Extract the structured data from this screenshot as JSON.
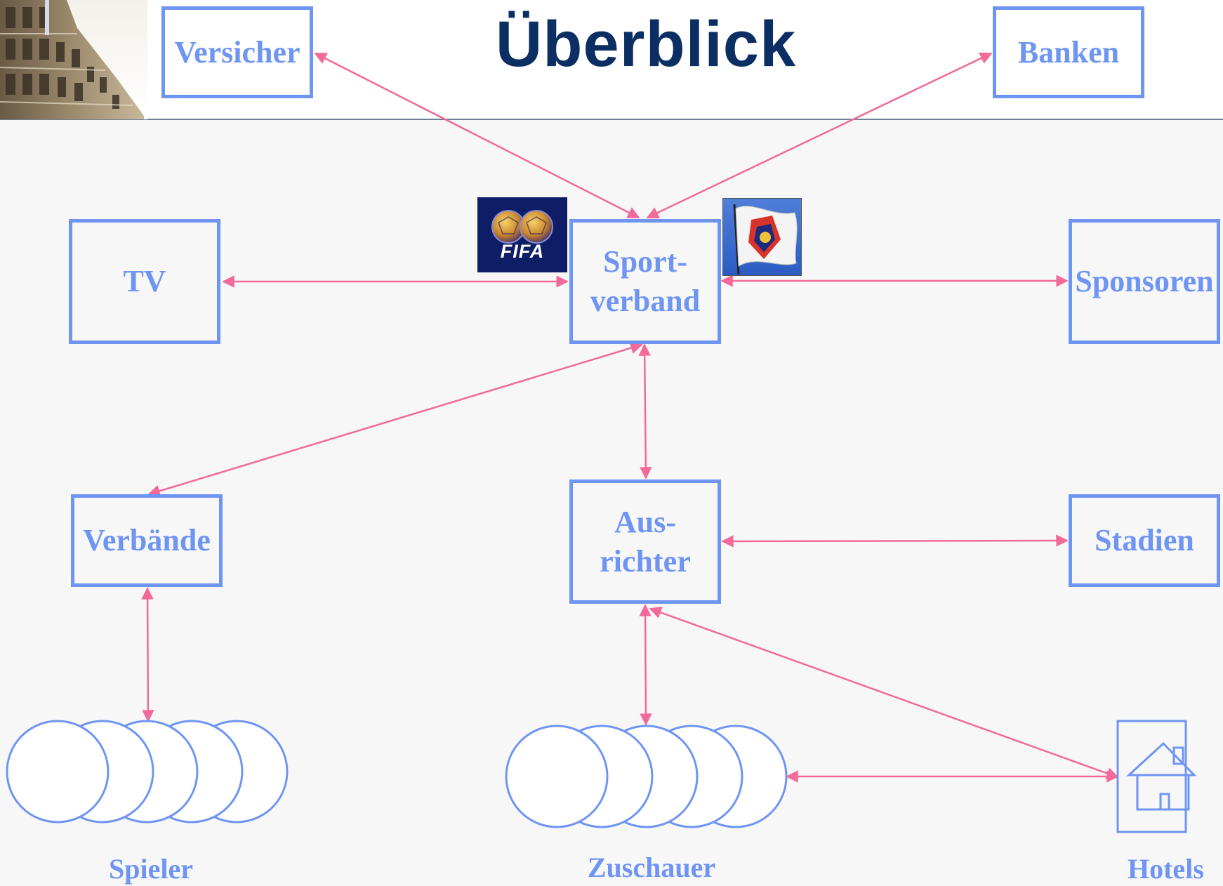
{
  "title": "Überblick",
  "colors": {
    "title": "#0b2f63",
    "node_border": "#6f95f3",
    "node_text": "#6f95f3",
    "connector": "#f2699a",
    "fifa_bg": "#0d1d66",
    "header_rule": "#6f8196",
    "background": "#f7f7f7"
  },
  "nodes": {
    "versicher": "Versicher",
    "banken": "Banken",
    "tv": "TV",
    "sportverband": [
      "Sport-",
      "verband"
    ],
    "sponsoren": "Sponsoren",
    "verbaende": "Verbände",
    "ausrichter": [
      "Aus-",
      "richter"
    ],
    "stadien": "Stadien"
  },
  "groups": {
    "spieler": "Spieler",
    "zuschauer": "Zuschauer",
    "hotels": "Hotels"
  },
  "logos": {
    "fifa": "FIFA",
    "flag_icon": "uefa-flag-icon",
    "building_icon": "building-photo-icon",
    "house_icon": "house-icon"
  }
}
